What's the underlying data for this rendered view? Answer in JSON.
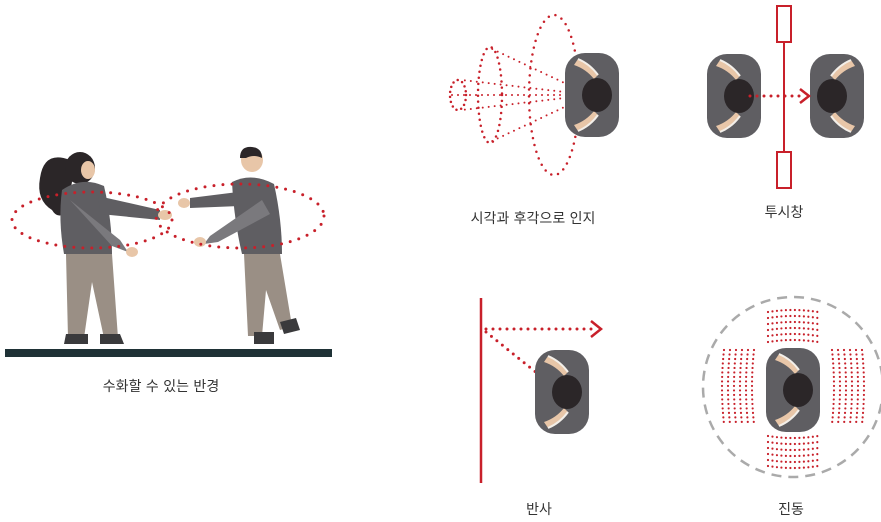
{
  "captions": {
    "signing_radius": "수화할 수 있는 반경",
    "sight_hearing": "시각과 후각으로 인지",
    "see_through": "투시창",
    "reflection": "반사",
    "vibration": "진동"
  },
  "colors": {
    "accent_red": "#c8202a",
    "body_gray": "#5f5e62",
    "hair_dark": "#2b2628",
    "pants": "#9a8f85",
    "skin": "#e8c6a8",
    "ground": "#1f3236",
    "dashed_circle": "#aaaaaa"
  },
  "icons": [
    "person-top-view-icon",
    "signing-people-illustration",
    "sight-cone-icon",
    "window-icon",
    "arrow-right-icon",
    "reflection-wall-icon",
    "vibration-waves-icon"
  ]
}
